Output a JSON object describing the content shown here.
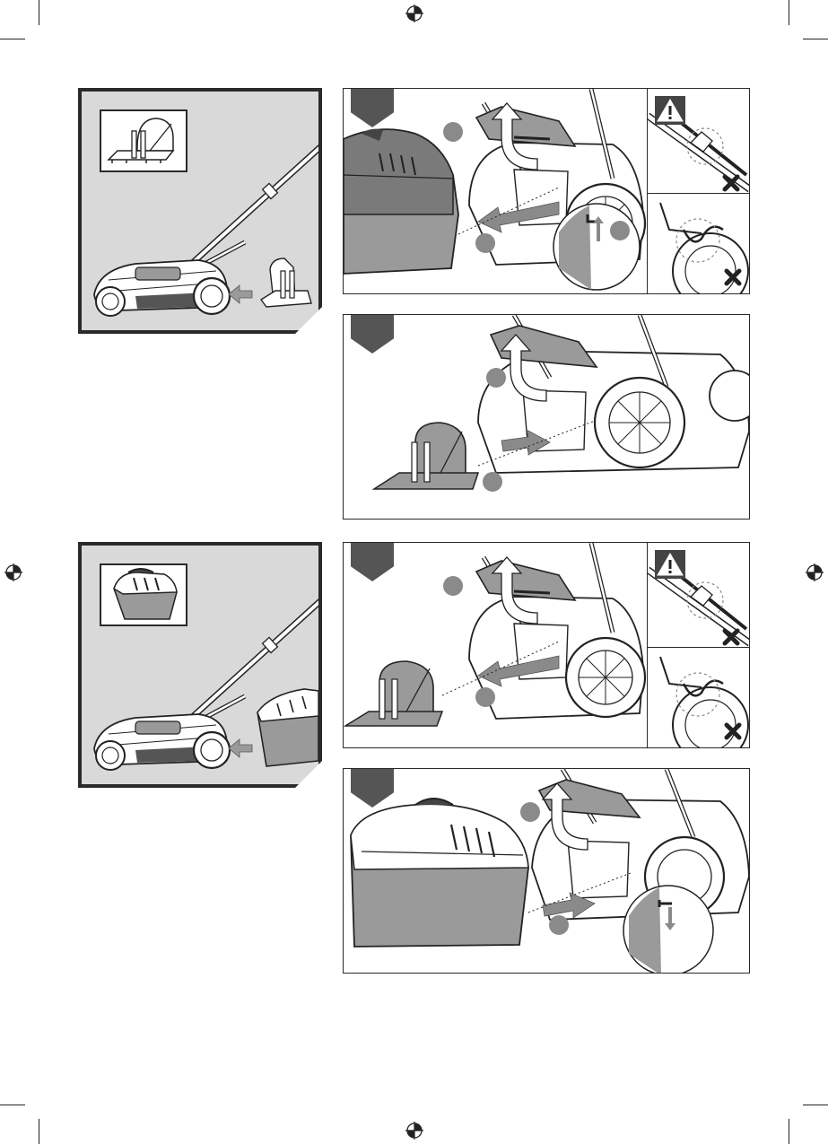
{
  "page": {
    "sections": [
      {
        "id": "fit-grass-guard",
        "overview": {
          "thumbnail_icon": "grass-guard-icon",
          "main_icon": "lawnmower-with-guard-icon"
        },
        "steps": [
          {
            "id": "remove-grass-box",
            "warning_icon": "warning-triangle-icon",
            "has_incorrect_views": true
          },
          {
            "id": "insert-grass-guard",
            "has_incorrect_views": false
          }
        ]
      },
      {
        "id": "fit-grass-box",
        "overview": {
          "thumbnail_icon": "grass-box-icon",
          "main_icon": "lawnmower-with-box-icon"
        },
        "steps": [
          {
            "id": "remove-grass-guard",
            "warning_icon": "warning-triangle-icon",
            "has_incorrect_views": true
          },
          {
            "id": "insert-grass-box",
            "has_incorrect_views": false
          }
        ]
      }
    ],
    "colors": {
      "ink": "#2a2a2a",
      "panel_grey": "#d9d9d9",
      "fill_grey": "#9a9a9a",
      "step_tab": "#555555",
      "arrow_grey": "#8a8a8a"
    }
  }
}
